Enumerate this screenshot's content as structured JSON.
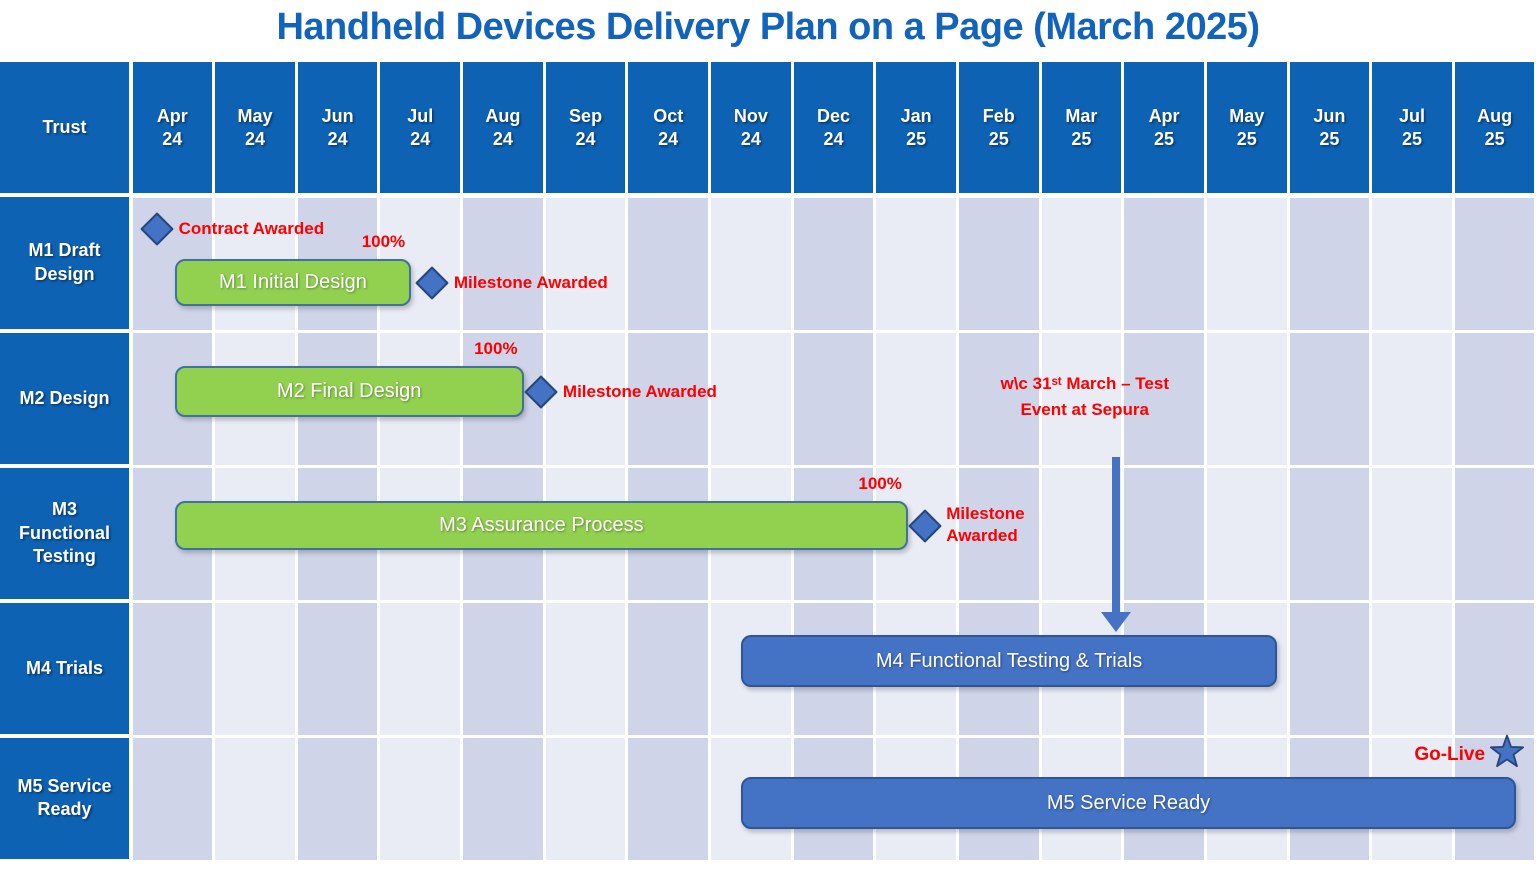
{
  "title": "Handheld Devices Delivery Plan on a Page (March 2025)",
  "corner_label": "Trust",
  "months": [
    "Apr 24",
    "May 24",
    "Jun 24",
    "Jul 24",
    "Aug 24",
    "Sep 24",
    "Oct 24",
    "Nov 24",
    "Dec 24",
    "Jan 25",
    "Feb 25",
    "Mar 25",
    "Apr 25",
    "May 25",
    "Jun 25",
    "Jul 25",
    "Aug 25"
  ],
  "colors": {
    "title_blue": "#1263BC",
    "header_blue": "#0E62B4",
    "stripe_dark": "#CFD4E9",
    "stripe_light": "#E9EBF5",
    "bar_green": "#92D050",
    "bar_green_border": "#41719C",
    "bar_blue": "#4472C4",
    "bar_blue_border": "#2E5694",
    "milestone_fill": "#4472C4",
    "milestone_border": "#27477C",
    "annotation_red": "#FF0000"
  },
  "chart_data": {
    "type": "gantt",
    "time_axis": {
      "unit": "month",
      "start": "Apr 2024",
      "end": "Aug 2025"
    },
    "rows": [
      {
        "label": "M1 Draft Design",
        "bar": {
          "label": "M1 Initial Design",
          "start_month": 0.53,
          "end_month": 3.39,
          "color": "green",
          "progress": "100%"
        },
        "milestones": [
          {
            "label": "Contract Awarded",
            "month": 0.31,
            "anchor": "top"
          },
          {
            "label": "Milestone Awarded",
            "month": 3.64,
            "anchor": "bar"
          }
        ]
      },
      {
        "label": "M2 Design",
        "bar": {
          "label": "M2 Final Design",
          "start_month": 0.53,
          "end_month": 4.75,
          "color": "green",
          "progress": "100%"
        },
        "milestones": [
          {
            "label": "Milestone Awarded",
            "month": 4.96,
            "anchor": "bar"
          }
        ]
      },
      {
        "label": "M3 Functional Testing",
        "bar": {
          "label": "M3 Assurance Process",
          "start_month": 0.53,
          "end_month": 9.4,
          "color": "green",
          "progress": "100%"
        },
        "milestones": [
          {
            "label": "Milestone Awarded",
            "month": 9.61,
            "anchor": "bar",
            "wrap": true
          }
        ]
      },
      {
        "label": "M4 Trials",
        "bar": {
          "label": "M4 Functional Testing & Trials",
          "start_month": 7.38,
          "end_month": 13.87,
          "color": "blue"
        },
        "milestones": []
      },
      {
        "label": "M5 Service Ready",
        "bar": {
          "label": "M5 Service Ready",
          "start_month": 7.38,
          "end_month": 16.76,
          "color": "blue"
        },
        "milestones": []
      }
    ],
    "annotations": {
      "test_event": {
        "lines": [
          "w\\c 31ˢᵗ March – Test",
          "Event at Sepura"
        ],
        "arrow_points_to_month": 11.92,
        "text_center_month": 11.54
      },
      "go_live": {
        "label": "Go-Live",
        "symbol": "star",
        "month": 16.65,
        "row": "M5 Service Ready"
      }
    }
  }
}
